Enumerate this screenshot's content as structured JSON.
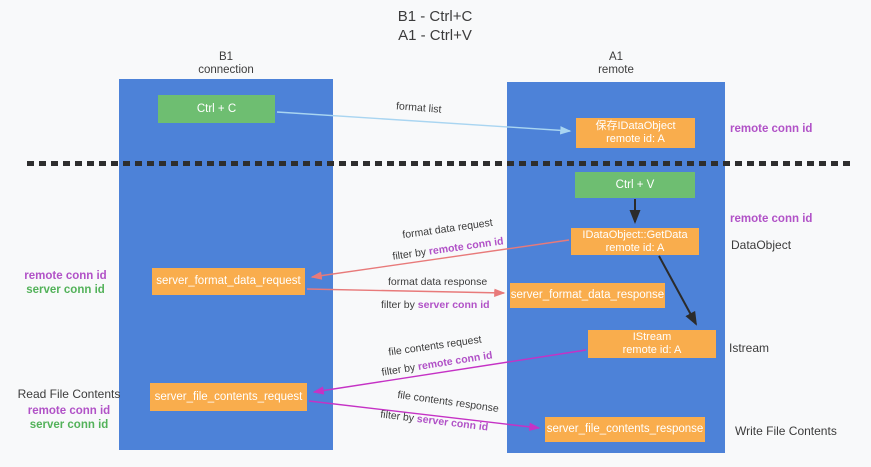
{
  "title": {
    "line1": "B1 - Ctrl+C",
    "line2": "A1 - Ctrl+V"
  },
  "lanes": {
    "left": {
      "name": "B1",
      "role": "connection"
    },
    "right": {
      "name": "A1",
      "role": "remote"
    }
  },
  "nodes": {
    "ctrl_c": {
      "label": "Ctrl + C"
    },
    "ctrl_v": {
      "label": "Ctrl + V"
    },
    "save_dataobject": {
      "line1": "保存IDataObject",
      "line2": "remote id: A"
    },
    "getdata": {
      "line1": "IDataObject::GetData",
      "line2": "remote id: A"
    },
    "istream": {
      "line1": "IStream",
      "line2": "remote id: A"
    },
    "server_format_data_request": {
      "label": "server_format_data_request"
    },
    "server_format_data_response": {
      "label": "server_format_data_response"
    },
    "server_file_contents_request": {
      "label": "server_file_contents_request"
    },
    "server_file_contents_response": {
      "label": "server_file_contents_response"
    }
  },
  "edge_labels": {
    "format_list": "format list",
    "format_request": {
      "line1": "format data request",
      "prefix": "filter by ",
      "key": "remote conn id"
    },
    "format_response": {
      "line1": "format data response",
      "prefix": "filter by ",
      "key": "server conn id"
    },
    "file_request": {
      "line1": "file contents request",
      "prefix": "filter by ",
      "key": "remote conn id"
    },
    "file_response": {
      "line1": "file contents response",
      "prefix": "filter by ",
      "key": "server conn id"
    }
  },
  "side_labels": {
    "remote_conn_top": "remote conn id",
    "remote_conn_mid": "remote conn id",
    "dataobject": "DataObject",
    "istream": "Istream",
    "write_file": "Write File Contents",
    "read_file": "Read File Contents",
    "left_format": {
      "line1": "remote conn id",
      "line2": "server conn id"
    },
    "left_file": {
      "line1": "remote conn id",
      "line2": "server conn id"
    }
  },
  "colors": {
    "bg": "#f8f9fa",
    "lane_blue": "#4d82d8",
    "box_green": "#6ebe71",
    "box_orange": "#f9ad4d",
    "arrow_blue": "#a9d5f1",
    "arrow_red": "#e87a7a",
    "arrow_magenta": "#c532c5",
    "arrow_black": "#2b2b2b",
    "dash_color": "#2e2e2e",
    "text_purple": "#b152c7",
    "text_green": "#53b25a",
    "text_dark": "#3c3c3c"
  }
}
